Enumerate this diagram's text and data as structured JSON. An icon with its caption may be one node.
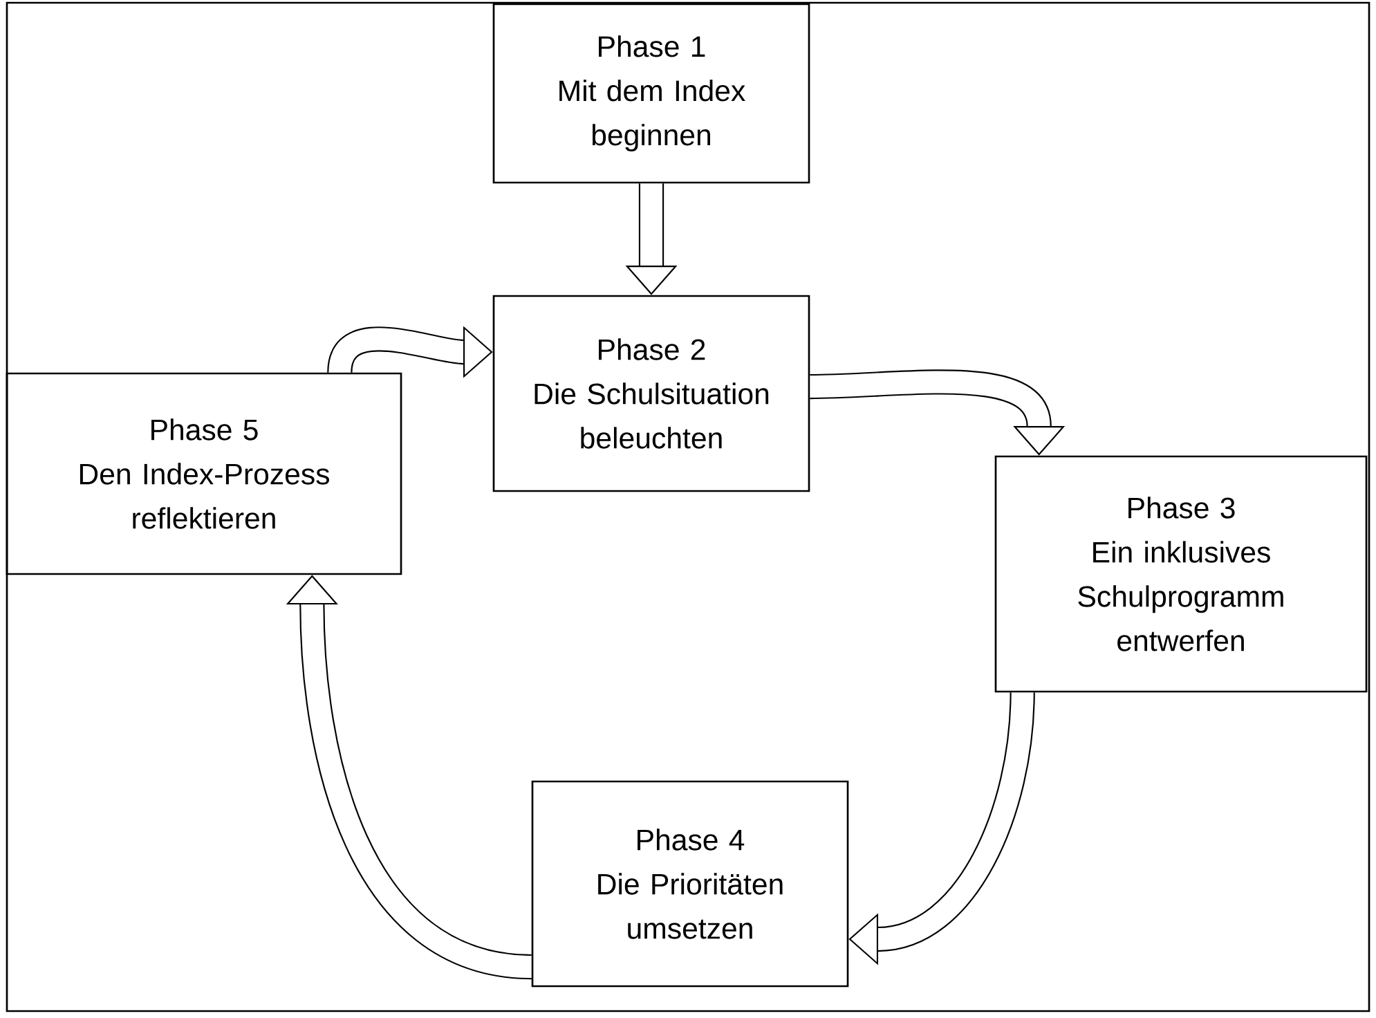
{
  "diagram": {
    "nodes": [
      {
        "text": [
          "Phase 1",
          "Mit dem Index beginnen"
        ]
      },
      {
        "text": [
          "Phase 2",
          "Die Schulsituation beleuchten"
        ]
      },
      {
        "text": [
          "Phase 3",
          "Ein inklusives Schulprogramm entwerfen"
        ]
      },
      {
        "text": [
          "Phase 4",
          "Die Prioritäten umsetzen"
        ]
      },
      {
        "text": [
          "Phase 5",
          "Den Index-Prozess reflektieren"
        ]
      }
    ],
    "edges": [
      {
        "from": 0,
        "to": 1,
        "arrow": "to"
      },
      {
        "from": 1,
        "to": 2,
        "arrow": "to"
      },
      {
        "from": 2,
        "to": 3,
        "arrow": "to"
      },
      {
        "from": 3,
        "to": 4,
        "arrow": "to"
      },
      {
        "from": 4,
        "to": 1,
        "arrow": "to"
      }
    ]
  }
}
